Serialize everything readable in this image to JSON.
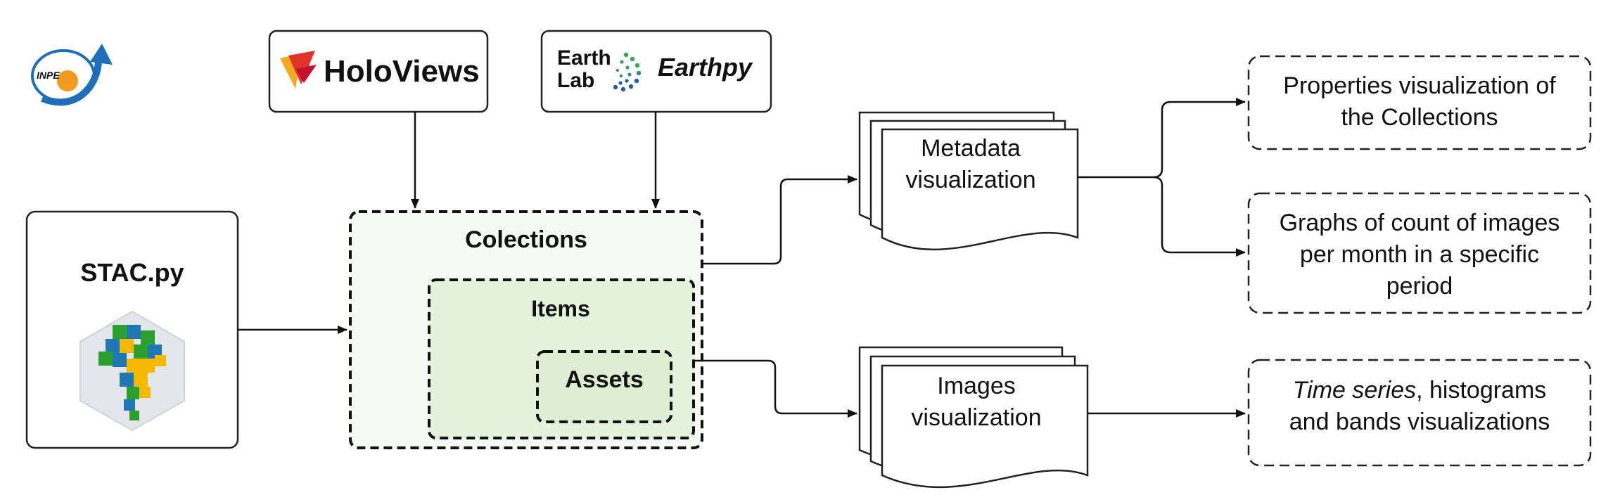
{
  "logos": {
    "holoviews": "HoloViews",
    "earthlab_line1": "Earth",
    "earthlab_line2": "Lab",
    "earthpy": "Earthpy",
    "inpe": "INPE"
  },
  "stac": {
    "title": "STAC.py"
  },
  "nested": {
    "collections": "Colections",
    "items": "Items",
    "assets": "Assets"
  },
  "docs": {
    "metadata": [
      "Metadata",
      "visualization"
    ],
    "images": [
      "Images",
      "visualization"
    ]
  },
  "outputs": {
    "properties": [
      "Properties visualization of",
      "the Collections"
    ],
    "graphs": [
      "Graphs of count of images",
      "per month in a specific",
      "period"
    ],
    "timeseries_italic": "Time series",
    "timeseries_rest": ", histograms",
    "timeseries_line2": "and bands visualizations"
  },
  "colors": {
    "holoviews_red": "#c8102e",
    "collections_fill": "#f6faf4",
    "items_fill": "#e6f3dc",
    "assets_fill": "#ddeed2",
    "earthlab_green": "#3aa655",
    "earthlab_blue": "#2b5aa8",
    "inpe_blue": "#1e6fb8",
    "inpe_orange": "#f29a1d"
  }
}
